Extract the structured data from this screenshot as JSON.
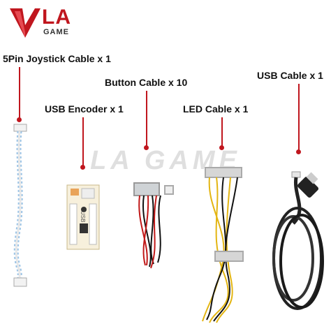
{
  "logo": {
    "la": "LA",
    "game": "GAME"
  },
  "labels": {
    "joystick_cable": "5Pin Joystick Cable x 1",
    "button_cable": "Button Cable x 10",
    "usb_encoder": "USB Encoder x 1",
    "led_cable": "LED Cable x 1",
    "usb_cable": "USB Cable x 1"
  },
  "watermark": "LA GAME",
  "pcb_label": "USB",
  "colors": {
    "accent": "#c0161e"
  }
}
